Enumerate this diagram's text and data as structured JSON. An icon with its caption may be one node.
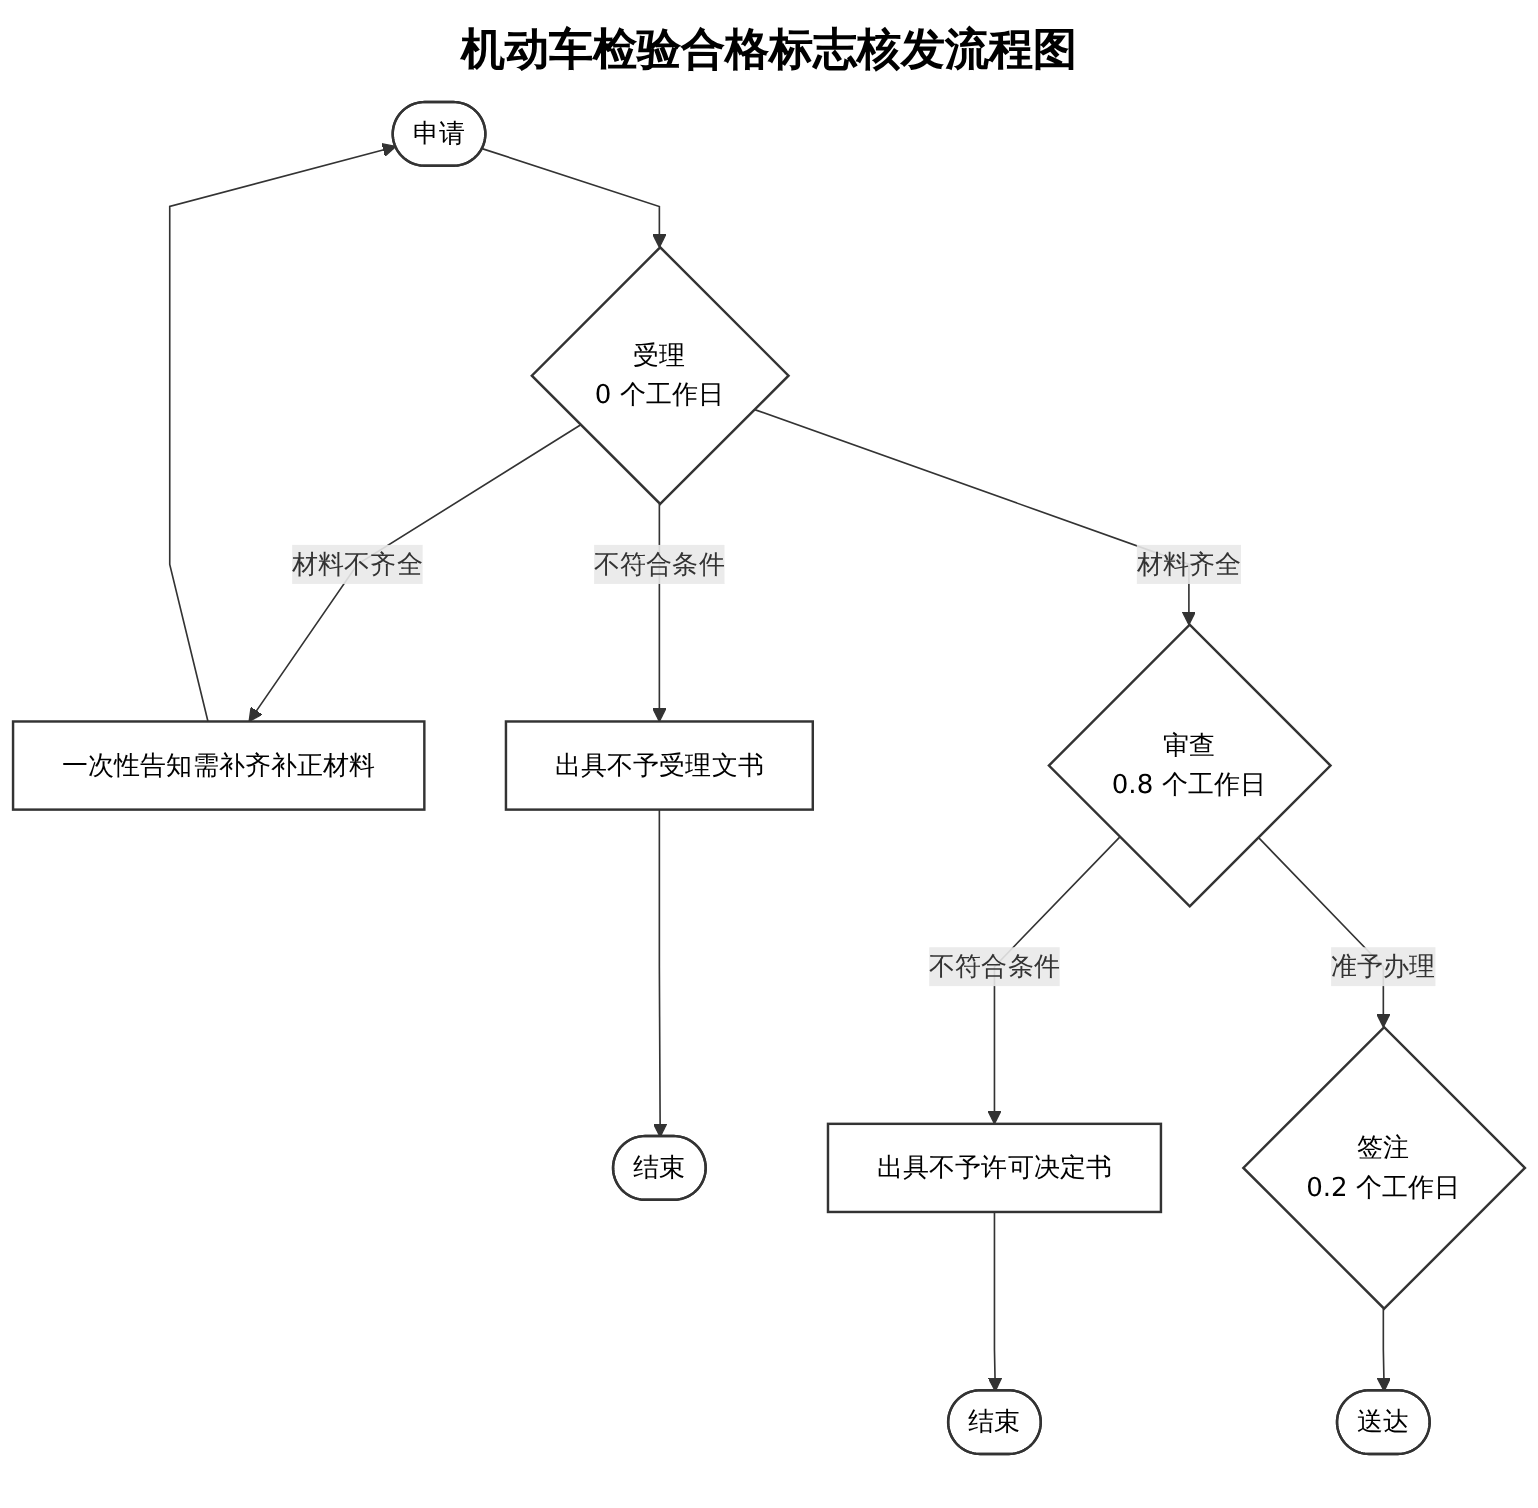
{
  "diagram": {
    "title": "机动车检验合格标志核发流程图",
    "nodes": [
      {
        "text": [
          "申请"
        ]
      },
      {
        "text": [
          "一次性告知需补齐补正材料"
        ]
      },
      {
        "text": [
          "受理",
          "0 个工作日"
        ]
      },
      {
        "text": [
          "出具不予受理文书"
        ]
      },
      {
        "text": [
          "结束"
        ]
      },
      {
        "text": [
          "审查",
          "0.8 个工作日"
        ]
      },
      {
        "text": [
          "出具不予许可决定书"
        ]
      },
      {
        "text": [
          "结束"
        ]
      },
      {
        "text": [
          "签注",
          "0.2 个工作日"
        ]
      },
      {
        "text": [
          "送达"
        ]
      }
    ],
    "edges": [
      {
        "from": 0,
        "to": 2,
        "arrow": "to"
      },
      {
        "from": 2,
        "to": 1,
        "arrow": "to",
        "label": "材料不齐全"
      },
      {
        "from": 1,
        "to": 0,
        "arrow": "to"
      },
      {
        "from": 2,
        "to": 3,
        "arrow": "to",
        "label": "不符合条件"
      },
      {
        "from": 3,
        "to": 4,
        "arrow": "to"
      },
      {
        "from": 2,
        "to": 5,
        "arrow": "to",
        "label": "材料齐全"
      },
      {
        "from": 5,
        "to": 6,
        "arrow": "to",
        "label": "不符合条件"
      },
      {
        "from": 6,
        "to": 7,
        "arrow": "to"
      },
      {
        "from": 5,
        "to": 8,
        "arrow": "to",
        "label": "准予办理"
      },
      {
        "from": 8,
        "to": 9,
        "arrow": "to"
      }
    ]
  }
}
